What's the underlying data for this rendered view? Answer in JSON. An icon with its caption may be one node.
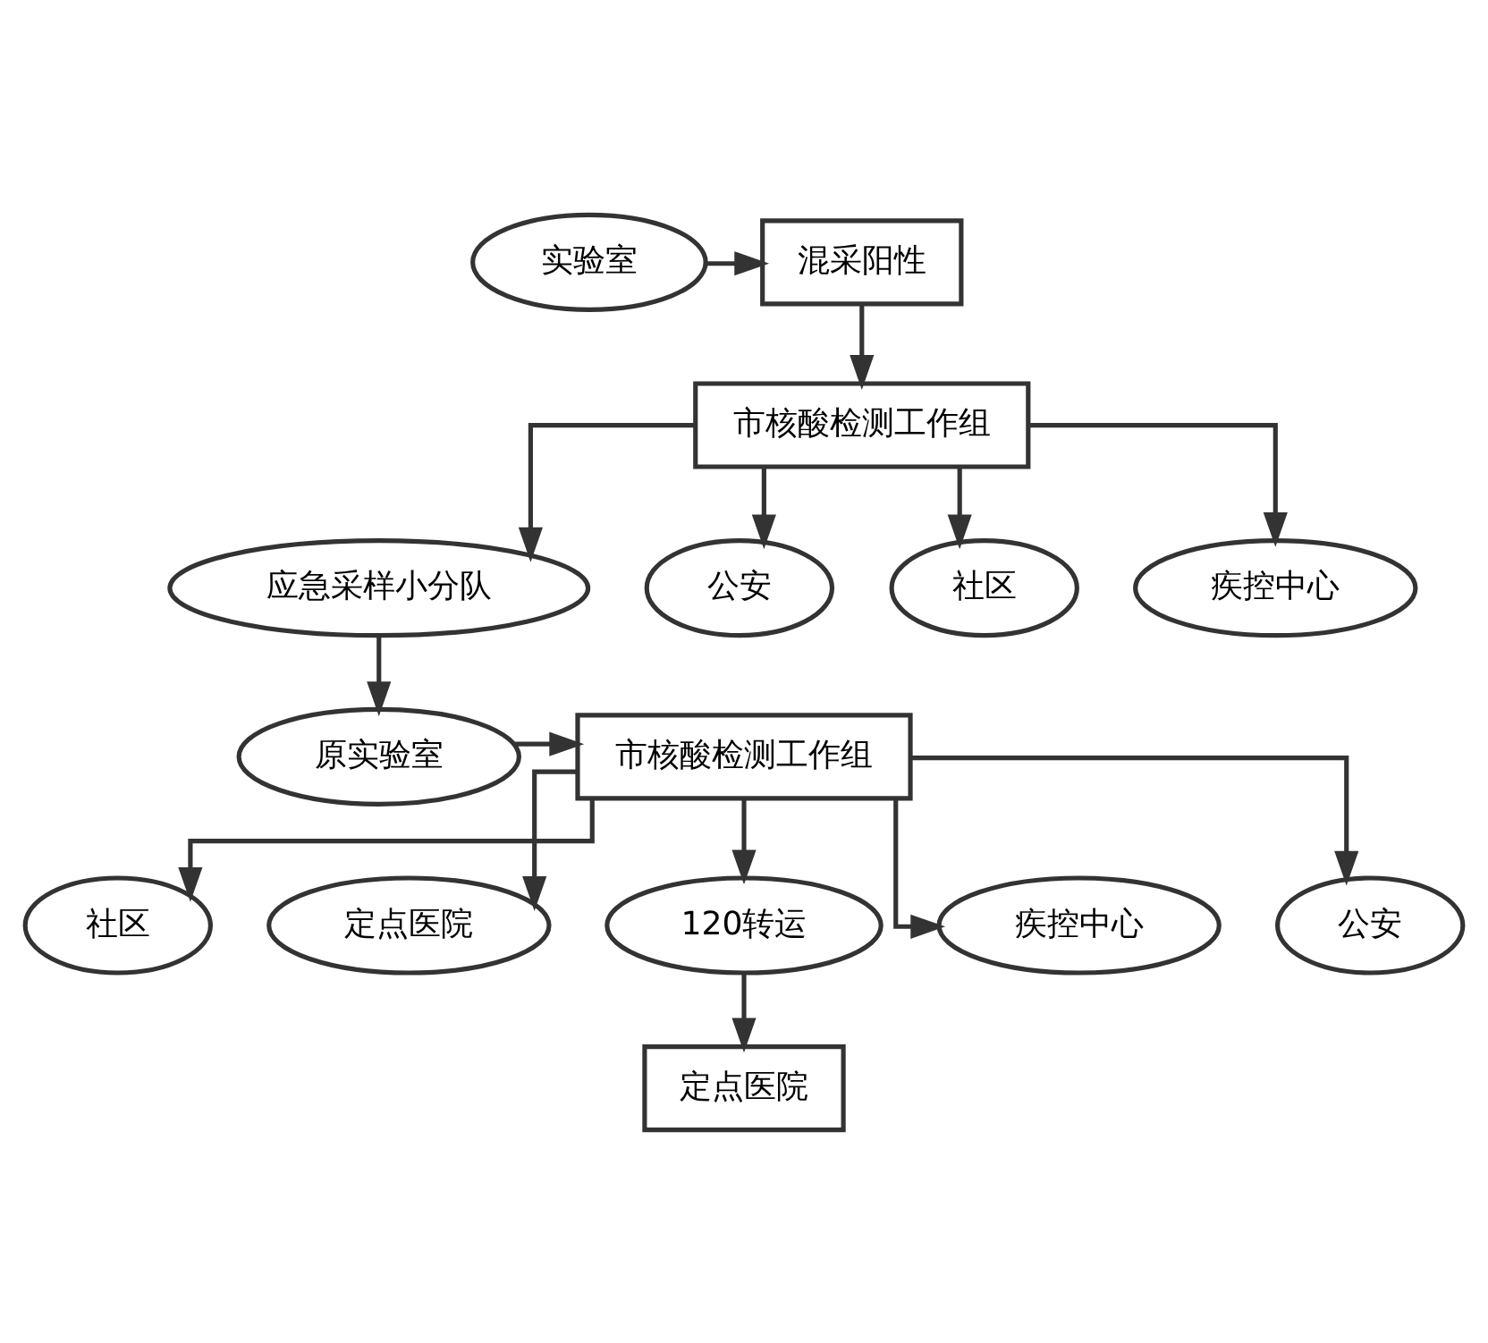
{
  "diagram": {
    "nodes": [
      {
        "text": [
          "实验室"
        ]
      },
      {
        "text": [
          "混采阳性"
        ]
      },
      {
        "text": [
          "市核酸检测工作组"
        ]
      },
      {
        "text": [
          "应急采样小分队"
        ]
      },
      {
        "text": [
          "公安"
        ]
      },
      {
        "text": [
          "社区"
        ]
      },
      {
        "text": [
          "疾控中心"
        ]
      },
      {
        "text": [
          "原实验室"
        ]
      },
      {
        "text": [
          "市核酸检测工作组"
        ]
      },
      {
        "text": [
          "社区"
        ]
      },
      {
        "text": [
          "定点医院"
        ]
      },
      {
        "text": [
          "120转运"
        ]
      },
      {
        "text": [
          "疾控中心"
        ]
      },
      {
        "text": [
          "公安"
        ]
      },
      {
        "text": [
          "定点医院"
        ]
      }
    ],
    "edges": [
      {
        "from": 0,
        "to": 1,
        "arrow": "to"
      },
      {
        "from": 1,
        "to": 2,
        "arrow": "to"
      },
      {
        "from": 2,
        "to": 3,
        "arrow": "to"
      },
      {
        "from": 2,
        "to": 4,
        "arrow": "to"
      },
      {
        "from": 2,
        "to": 5,
        "arrow": "to"
      },
      {
        "from": 2,
        "to": 6,
        "arrow": "to"
      },
      {
        "from": 3,
        "to": 7,
        "arrow": "to"
      },
      {
        "from": 7,
        "to": 8,
        "arrow": "to"
      },
      {
        "from": 8,
        "to": 9,
        "arrow": "to"
      },
      {
        "from": 8,
        "to": 10,
        "arrow": "to"
      },
      {
        "from": 8,
        "to": 11,
        "arrow": "to"
      },
      {
        "from": 8,
        "to": 12,
        "arrow": "to"
      },
      {
        "from": 8,
        "to": 13,
        "arrow": "to"
      },
      {
        "from": 11,
        "to": 14,
        "arrow": "to"
      }
    ]
  }
}
